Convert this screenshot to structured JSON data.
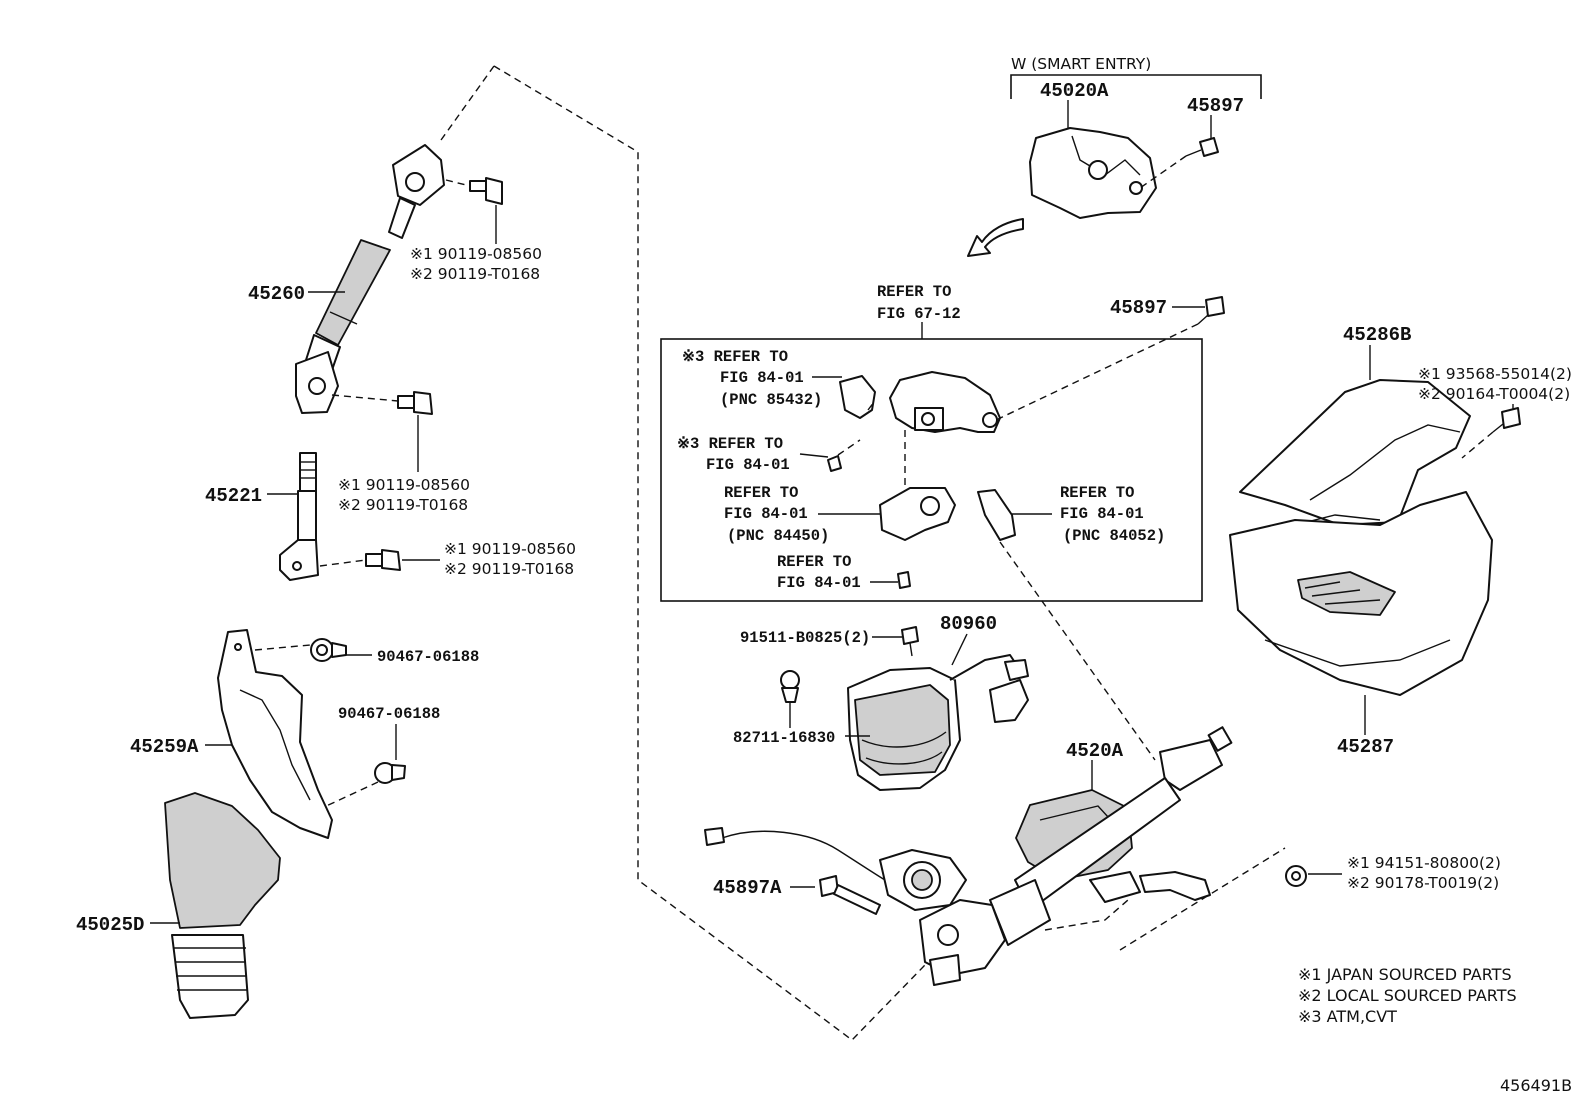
{
  "diagram_id": "456491B",
  "smart_entry": {
    "bracket_label": "W (SMART ENTRY)",
    "part": "45020A",
    "screw": "45897"
  },
  "refer_box": {
    "header_line1": "REFER TO",
    "header_line2": "FIG 67-12",
    "items": [
      {
        "line1": "※3 REFER TO",
        "line2": "FIG 84-01",
        "line3": "(PNC 85432)"
      },
      {
        "line1": "※3 REFER TO",
        "line2": "FIG 84-01"
      },
      {
        "line1": "REFER TO",
        "line2": "FIG 84-01",
        "line3": "(PNC 84450)"
      },
      {
        "line1": "REFER TO",
        "line2": "FIG 84-01"
      },
      {
        "line1": "REFER TO",
        "line2": "FIG 84-01",
        "line3": "(PNC 84052)"
      }
    ]
  },
  "parts": {
    "p45260": "45260",
    "p45221": "45221",
    "p45259A": "45259A",
    "p45025D": "45025D",
    "p45286B": "45286B",
    "p45287": "45287",
    "p4520A": "4520A",
    "p45897A": "45897A",
    "p45897": "45897",
    "p80960": "80960",
    "p91511": "91511-B0825(2)",
    "p82711": "82711-16830",
    "p90467a": "90467-06188",
    "p90467b": "90467-06188"
  },
  "bolt_groups": {
    "upper_joint": [
      "※1 90119-08560",
      "※2 90119-T0168"
    ],
    "mid_joint": [
      "※1 90119-08560",
      "※2 90119-T0168"
    ],
    "lower_joint": [
      "※1 90119-08560",
      "※2 90119-T0168"
    ],
    "cover_screw": [
      "※1 93568-55014(2)",
      "※2 90164-T0004(2)"
    ],
    "nut": [
      "※1 94151-80800(2)",
      "※2 90178-T0019(2)"
    ]
  },
  "legend": [
    "※1  JAPAN SOURCED PARTS",
    "※2  LOCAL SOURCED PARTS",
    "※3  ATM,CVT"
  ]
}
